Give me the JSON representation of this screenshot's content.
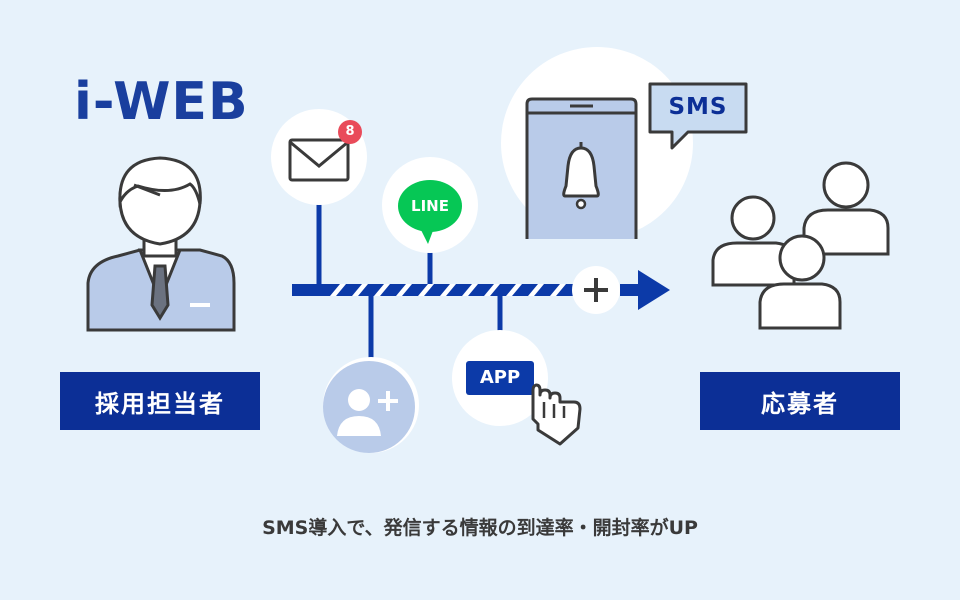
{
  "logo": {
    "text": "i-WEB"
  },
  "left_role": {
    "label": "採用担当者"
  },
  "right_role": {
    "label": "応募者"
  },
  "channels": {
    "mail_badge": "8",
    "line_label": "LINE",
    "sms_label": "SMS",
    "app_label": "APP"
  },
  "caption": "SMS導入で、発信する情報の到達率・開封率がUP",
  "colors": {
    "background": "#e7f2fb",
    "brand_blue": "#0c2f96",
    "line_green": "#06c755",
    "badge_red": "#e94b5a",
    "person_fill": "#b9cbe9"
  },
  "icons": [
    "mail-icon",
    "line-icon",
    "phone-bell-icon",
    "sms-bubble-icon",
    "add-user-icon",
    "app-tap-icon",
    "recruiter-icon",
    "applicants-icon",
    "arrow-icon",
    "plus-icon"
  ]
}
